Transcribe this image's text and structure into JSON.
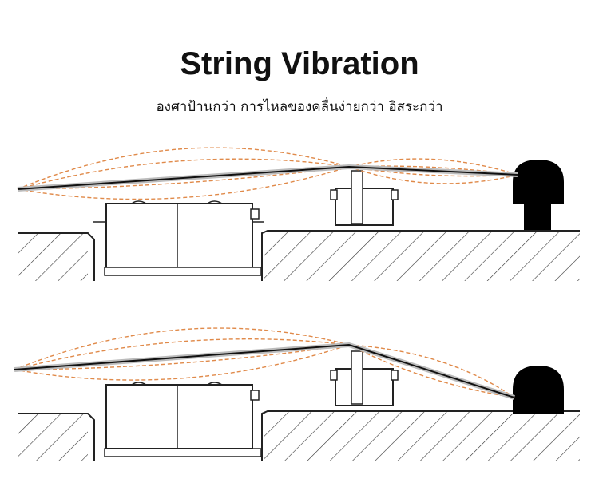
{
  "header": {
    "title": "String Vibration",
    "subtitle": "องศาป้านกว่า การไหลของคลื่นง่ายกว่า อิสระกว่า"
  },
  "diagrams": [
    {
      "name": "obtuse-string-angle-diagram"
    },
    {
      "name": "steep-string-angle-diagram"
    }
  ],
  "colors": {
    "vibration_envelope": "#e08a4a",
    "string": "#1a1a1a",
    "hatch": "#333333",
    "background": "#ffffff"
  }
}
